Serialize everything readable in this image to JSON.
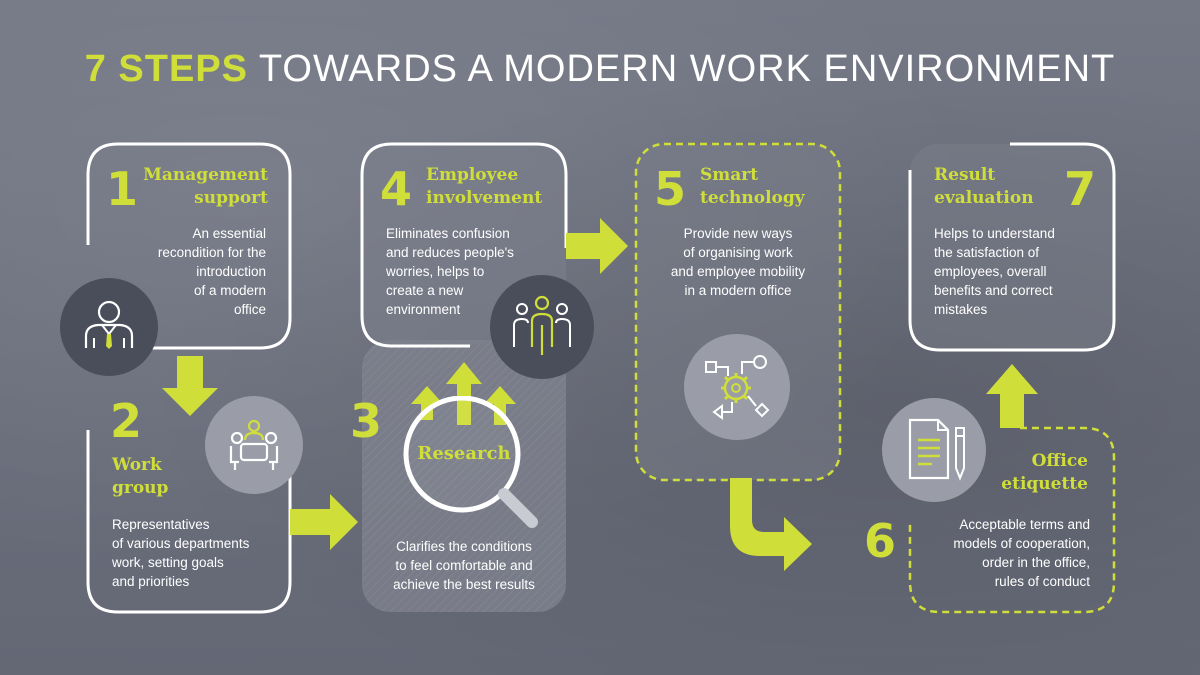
{
  "title": {
    "highlight": "7 STEPS",
    "rest": "TOWARDS A MODERN WORK ENVIRONMENT"
  },
  "colors": {
    "accent": "#d0de3a",
    "background": "#6e7280",
    "text": "#ffffff",
    "dark_circle": "#4a4e5a",
    "light_circle": "#9a9da7"
  },
  "steps": [
    {
      "number": "1",
      "heading": [
        "Management",
        "support"
      ],
      "description": [
        "An essential",
        "recondition for the",
        "introduction",
        "of a modern",
        "office"
      ],
      "icon": "businessman-icon"
    },
    {
      "number": "2",
      "heading": [
        "Work",
        "group"
      ],
      "description": [
        "Representatives",
        "of various departments",
        "work, setting goals",
        "and priorities"
      ],
      "icon": "meeting-table-icon"
    },
    {
      "number": "3",
      "heading": [
        "Research"
      ],
      "description": [
        "Clarifies the conditions",
        "to feel comfortable and",
        "achieve the best results"
      ],
      "icon": "magnifier-icon"
    },
    {
      "number": "4",
      "heading": [
        "Employee",
        "involvement"
      ],
      "description": [
        "Eliminates confusion",
        "and reduces people's",
        "worries, helps to",
        "create a new",
        "environment"
      ],
      "icon": "team-icon"
    },
    {
      "number": "5",
      "heading": [
        "Smart",
        "technology"
      ],
      "description": [
        "Provide new ways",
        "of organising work",
        "and employee mobility",
        "in a modern office"
      ],
      "icon": "workflow-gear-icon"
    },
    {
      "number": "6",
      "heading": [
        "Office",
        "etiquette"
      ],
      "description": [
        "Acceptable terms and",
        "models of cooperation,",
        "order in the office,",
        "rules of conduct"
      ],
      "icon": "document-pen-icon"
    },
    {
      "number": "7",
      "heading": [
        "Result",
        "evaluation"
      ],
      "description": [
        "Helps to understand",
        "the satisfaction of",
        "employees, overall",
        "benefits and correct",
        "mistakes"
      ],
      "icon": "none"
    }
  ]
}
